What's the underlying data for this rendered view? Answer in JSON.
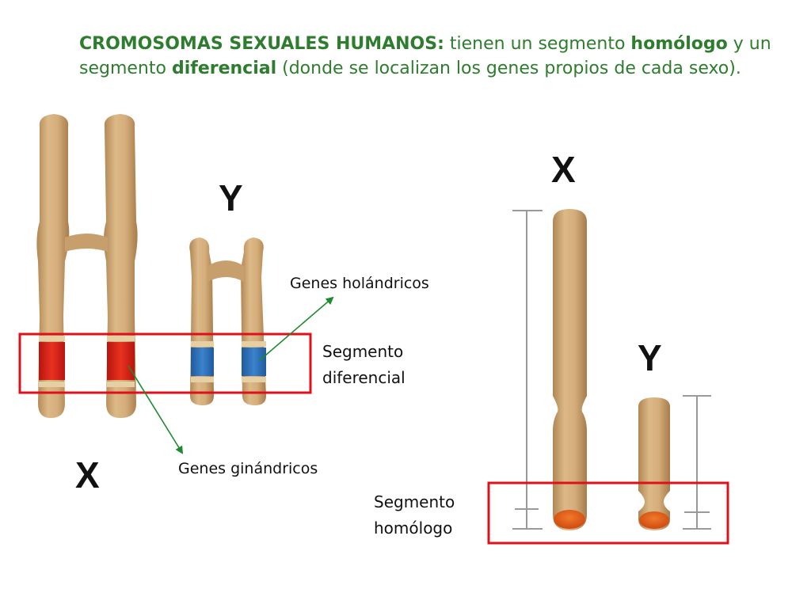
{
  "heading": {
    "part1_bold": "CROMOSOMAS SEXUALES HUMANOS:",
    "part2": " tienen un segmento ",
    "part3_bold": "homólogo",
    "part4": " y un segmento ",
    "part5_bold": "diferencial",
    "part6": " (donde se localizan los genes propios de cada sexo)."
  },
  "left_panel": {
    "x_label": "X",
    "y_label": "Y",
    "holandric_label": "Genes holándricos",
    "gynandric_label": "Genes ginándricos",
    "differential_label_line1": "Segmento",
    "differential_label_line2": "diferencial"
  },
  "right_panel": {
    "x_label": "X",
    "y_label": "Y",
    "homologous_label_line1": "Segmento",
    "homologous_label_line2": "homólogo"
  },
  "colors": {
    "chromosome": "#d1aa78",
    "chromosome_dark": "#b38a57",
    "band_light": "#e6cfa3",
    "gynandric_band": "#e0241b",
    "holandric_band": "#2f73be",
    "homologous_tip": "#e35a1a",
    "box_red": "#e0101a",
    "heading_green": "#2e7d2e",
    "arrow_green": "#1e8a2e"
  }
}
